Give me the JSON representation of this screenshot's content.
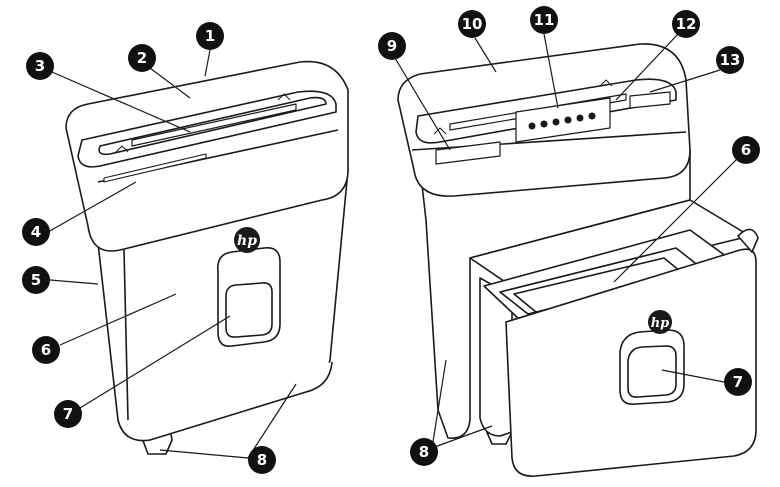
{
  "figure": {
    "brand_logo_text": "hp",
    "line_color": "#1a1a1a",
    "fill_color": "#ffffff",
    "callout_fill": "#111111",
    "callout_text_color": "#ffffff"
  },
  "callouts": [
    {
      "id": "c1",
      "label": "1"
    },
    {
      "id": "c2",
      "label": "2"
    },
    {
      "id": "c3",
      "label": "3"
    },
    {
      "id": "c4",
      "label": "4"
    },
    {
      "id": "c5",
      "label": "5"
    },
    {
      "id": "c6",
      "label": "6"
    },
    {
      "id": "c7",
      "label": "7"
    },
    {
      "id": "c8",
      "label": "8"
    },
    {
      "id": "c9",
      "label": "9"
    },
    {
      "id": "c10",
      "label": "10"
    },
    {
      "id": "c11",
      "label": "11"
    },
    {
      "id": "c12",
      "label": "12"
    },
    {
      "id": "c13",
      "label": "13"
    },
    {
      "id": "c6b",
      "label": "6"
    },
    {
      "id": "c7b",
      "label": "7"
    },
    {
      "id": "c8b",
      "label": "8"
    }
  ]
}
